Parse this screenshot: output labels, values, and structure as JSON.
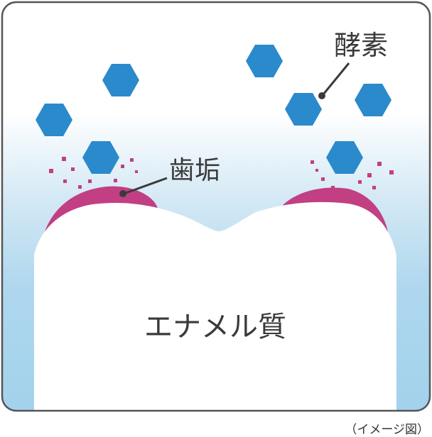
{
  "labels": {
    "enzyme": "酵素",
    "plaque": "歯垢",
    "enamel": "エナメル質"
  },
  "caption": "（イメージ図）",
  "colors": {
    "enzyme": "#2b8acb",
    "plaque": "#c23f83",
    "plaque_dots": "#c23f83",
    "background_top": "#ffffff",
    "background_bottom": "#a6d3ec",
    "tooth": "#ffffff",
    "frame": "#555555"
  },
  "icons": {
    "enzyme_shape": "hexagon",
    "plaque_particle_shape": "square-dot"
  }
}
